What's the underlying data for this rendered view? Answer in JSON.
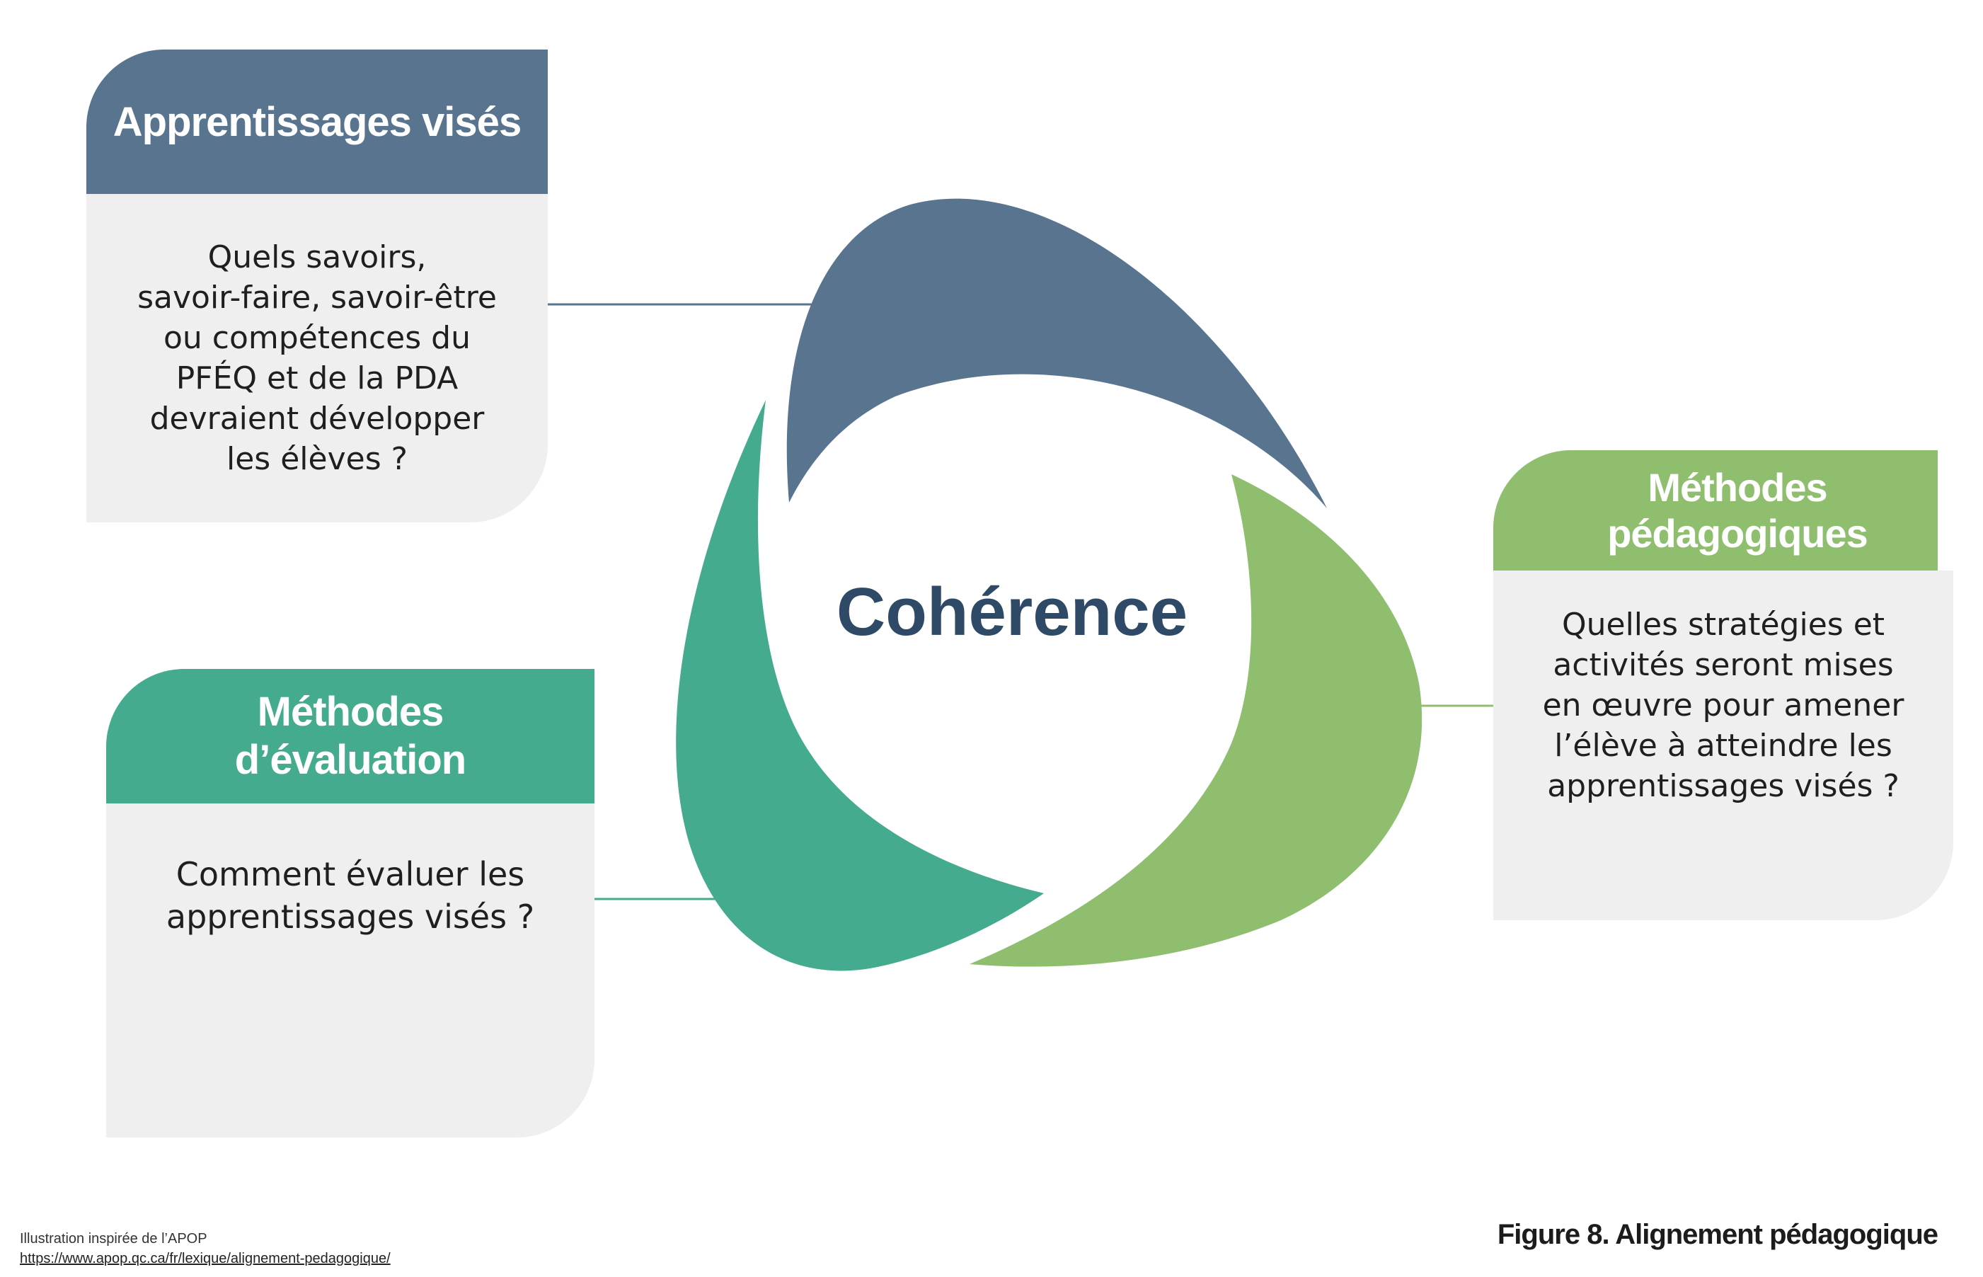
{
  "center": {
    "label": "Cohérence"
  },
  "cards": {
    "learning": {
      "title": "Apprentissages visés",
      "question_lines": [
        "Quels savoirs,",
        "savoir-faire, savoir-être",
        "ou compétences du",
        "PFÉQ et de la PDA",
        "devraient développer",
        "les élèves ?"
      ]
    },
    "evaluation": {
      "title_lines": [
        "Méthodes",
        "d’évaluation"
      ],
      "question_lines": [
        "Comment évaluer les",
        "apprentissages visés ?"
      ]
    },
    "methods": {
      "title": "Méthodes pédagogiques",
      "question_lines": [
        "Quelles stratégies et",
        "activités seront mises",
        "en œuvre pour amener",
        "l’élève à atteindre les",
        "apprentissages visés ?"
      ]
    }
  },
  "colors": {
    "learning": "#58748f",
    "evaluation": "#45ab8e",
    "methods": "#8fbe6e",
    "center_text": "#2f4a66",
    "card_background": "#efefef"
  },
  "footer": {
    "credit": "Illustration inspirée de l’APOP",
    "url": "https://www.apop.qc.ca/fr/lexique/alignement-pedagogique/",
    "caption": "Figure 8. Alignement pédagogique"
  }
}
